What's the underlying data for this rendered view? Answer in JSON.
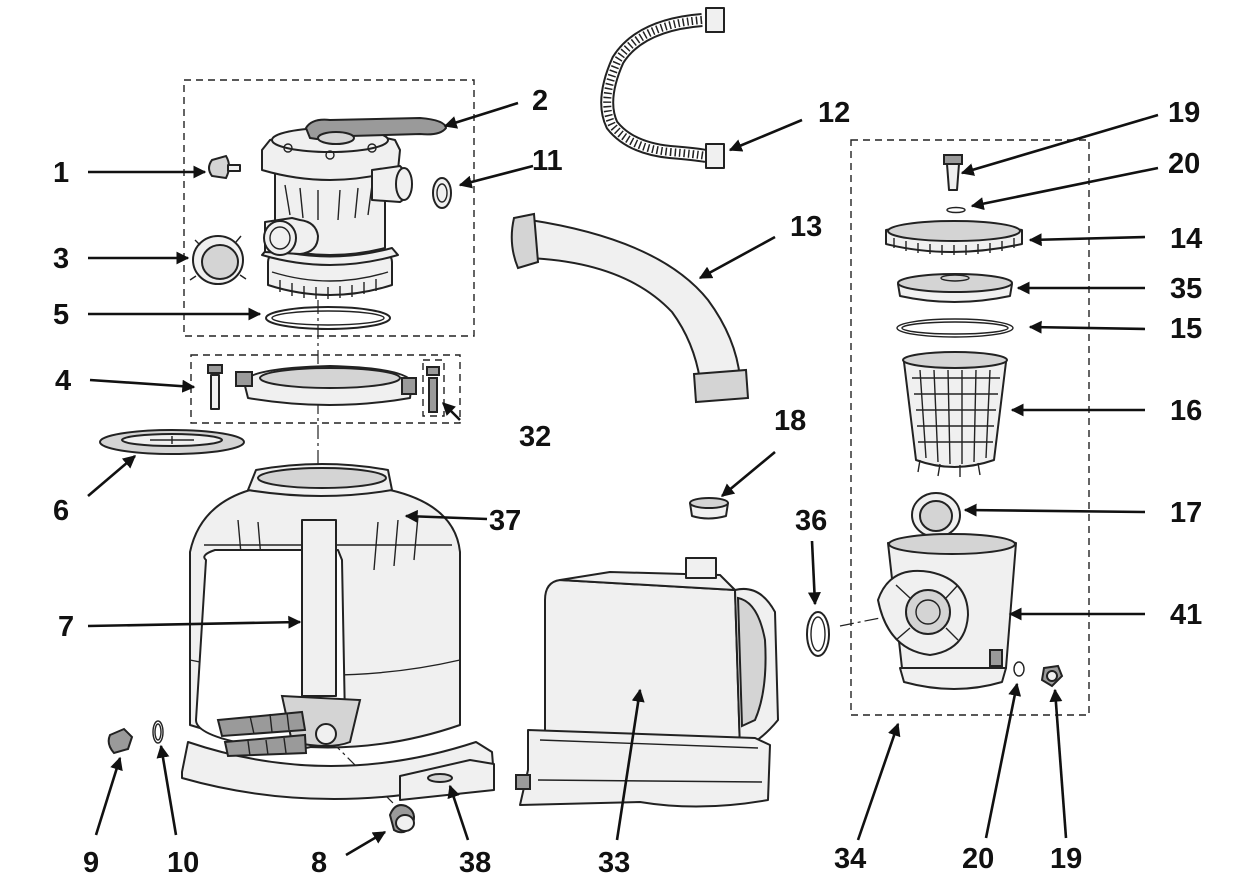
{
  "diagram": {
    "part_numbers": [
      "1",
      "2",
      "3",
      "4",
      "5",
      "6",
      "7",
      "8",
      "9",
      "10",
      "11",
      "12",
      "13",
      "14",
      "15",
      "16",
      "17",
      "18",
      "19",
      "20",
      "32",
      "33",
      "34",
      "35",
      "36",
      "37",
      "38",
      "41",
      "20",
      "19"
    ]
  }
}
